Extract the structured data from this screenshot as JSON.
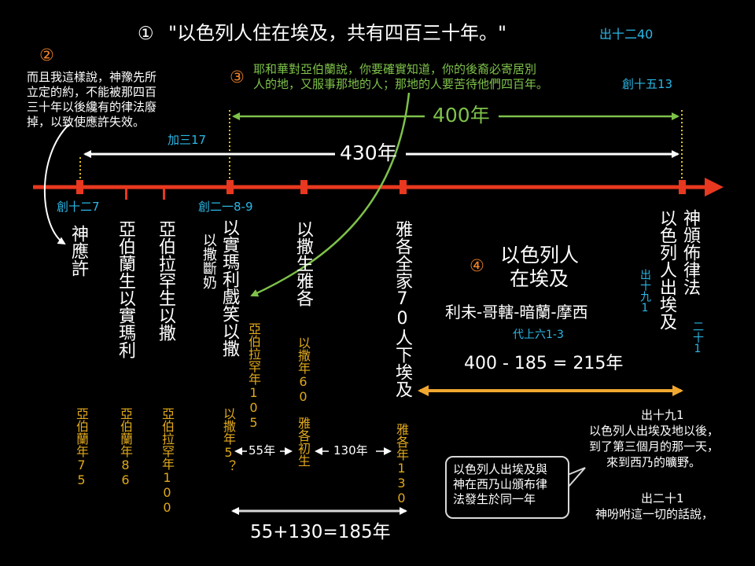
{
  "colors": {
    "background": "#000000",
    "timeline": "#e8381f",
    "cyan": "#2bb7e6",
    "gold": "#e0a81c",
    "green": "#7ec24a",
    "orange": "#f0832a",
    "span400": "#7ec24a",
    "span215": "#f0a830"
  },
  "headline": {
    "num": "①",
    "quote": "\"以色列人住在埃及，共有四百三十年。\"",
    "ref": "出十二40"
  },
  "note2": {
    "num": "②",
    "lines": [
      "而且我這樣說，神豫先所",
      "立定的約，不能被那四百",
      "三十年以後纔有的律法廢",
      "掉，以致使應許失效。"
    ],
    "ref": "加三17"
  },
  "note3": {
    "num": "③",
    "lines": [
      "耶和華對亞伯蘭說，你要確實知道，你的後裔必寄居別",
      "人的地，又服事那地的人；那地的人要苦待他們四百年。"
    ],
    "ref": "創十五13"
  },
  "spans": {
    "y400": "400年",
    "y430": "430年",
    "y185": "55+130=185年",
    "y55": "55年",
    "y130": "130年"
  },
  "refs": {
    "gen12": "創十二7",
    "gen21": "創二一8-9",
    "chron": "代上六1-3"
  },
  "events": {
    "promise": "神應許",
    "isaac_born": "亞伯蘭生以實瑪利",
    "abraham_isaac": "亞伯拉罕生以撒",
    "weaned": "以撒斷奶",
    "mocked": "以實瑪利戲笑以撒",
    "jacob_born": "以撒生雅各",
    "family_down": "雅各全家70人下埃及",
    "law_given": "神頒佈律法",
    "exodus": "以色列人出埃及"
  },
  "ages": {
    "a75": "亞伯蘭年75",
    "a86": "亞伯蘭年86",
    "a100": "亞伯拉罕年100",
    "a105": "亞伯拉罕年105",
    "i5": "以撒年5？",
    "i60": "以撒年60",
    "jborn": "雅各初生",
    "j130": "雅各年130"
  },
  "side_refs": {
    "ex19_1": "出十九1",
    "ex20_1": "二十1"
  },
  "section4": {
    "num": "④",
    "title_lines": [
      "以色列人",
      "在埃及"
    ],
    "genealogy": "利未-哥轄-暗蘭-摩西",
    "formula": "400 - 185 = 215年"
  },
  "bubble": {
    "lines": [
      "以色列人出埃及與",
      "神在西乃山頒布律",
      "法發生於同一年"
    ]
  },
  "quotes": {
    "ex19_ref": "出十九1",
    "ex19_lines": [
      "以色列人出埃及地以後，",
      "到了第三個月的那一天，",
      "來到西乃的曠野。"
    ],
    "ex20_ref": "出二十1",
    "ex20_lines": [
      "神吩咐這一切的話說，"
    ]
  }
}
